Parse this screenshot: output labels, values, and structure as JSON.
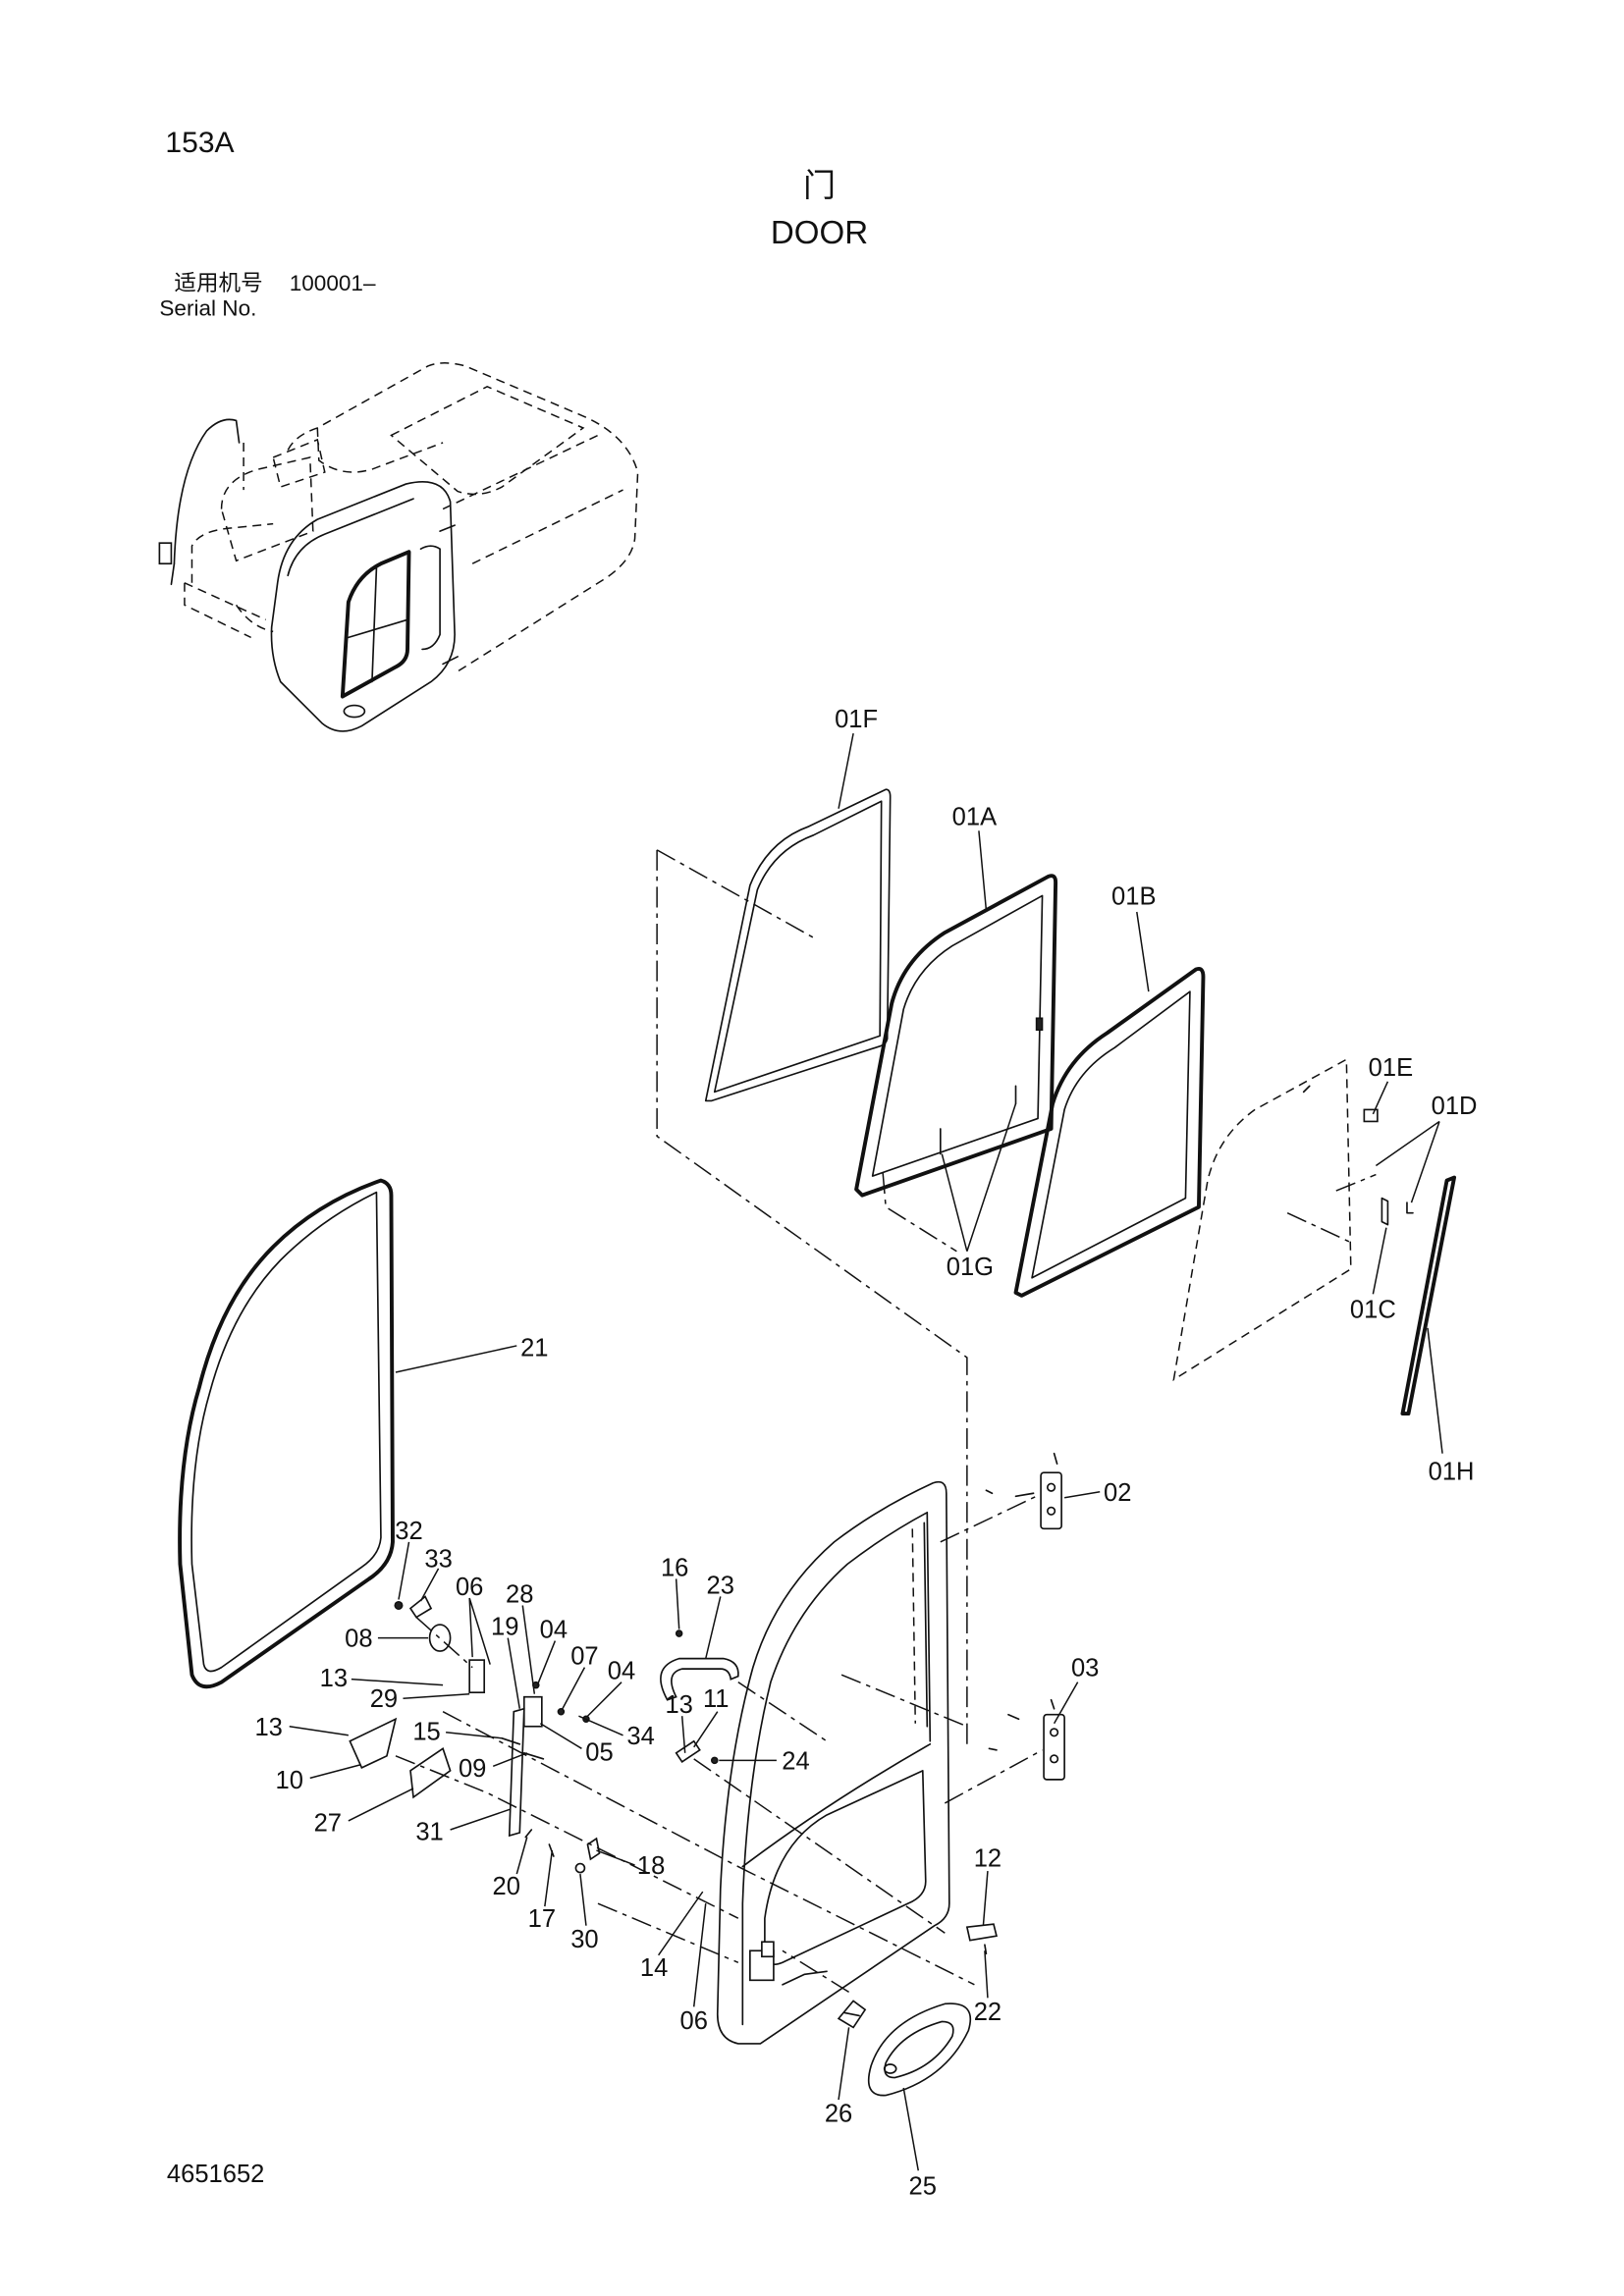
{
  "header": {
    "sheet_code": "153A",
    "title_cn": "门",
    "title_en": "DOOR"
  },
  "serial": {
    "label_cn": "适用机号",
    "number": "100001–",
    "label_en": "Serial No."
  },
  "drawing_number": "4651652",
  "callouts": [
    "01F",
    "01A",
    "01B",
    "01E",
    "01D",
    "01G",
    "01C",
    "01H",
    "21",
    "02",
    "32",
    "33",
    "06",
    "28",
    "16",
    "23",
    "08",
    "19",
    "04",
    "07",
    "04",
    "03",
    "13",
    "29",
    "13",
    "11",
    "13",
    "15",
    "34",
    "05",
    "24",
    "09",
    "10",
    "27",
    "31",
    "12",
    "18",
    "20",
    "17",
    "30",
    "14",
    "06",
    "22",
    "26",
    "25"
  ]
}
